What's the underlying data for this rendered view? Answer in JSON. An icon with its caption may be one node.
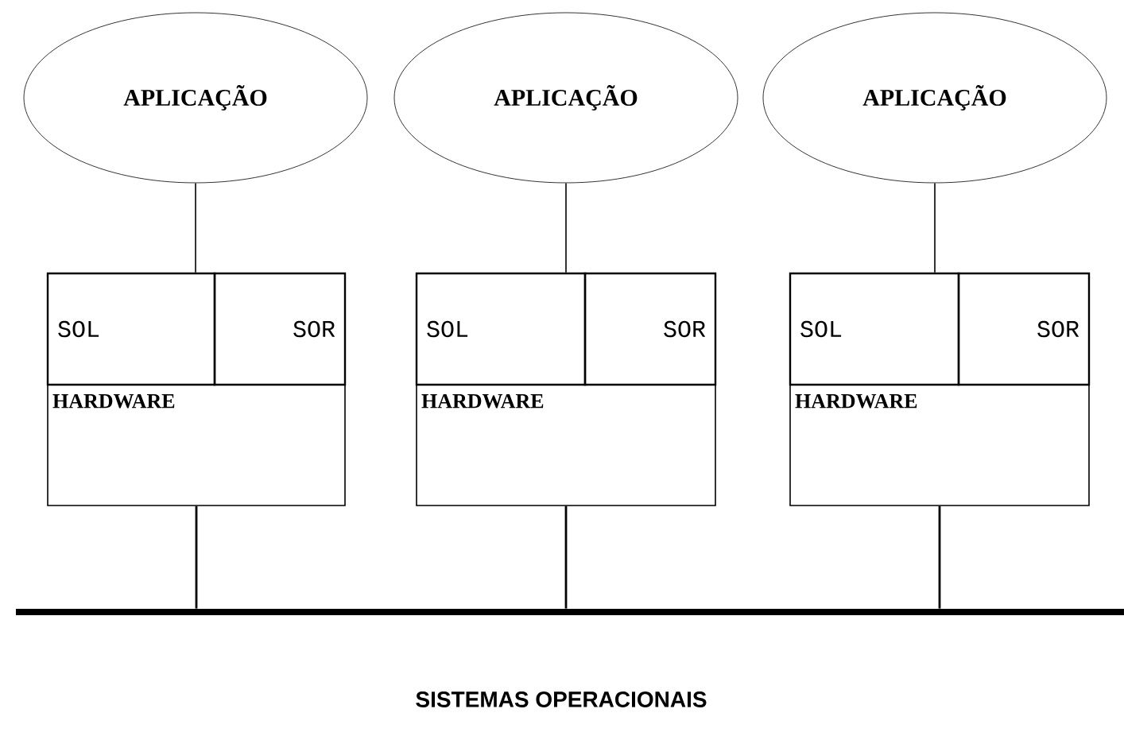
{
  "diagram": {
    "caption": "SISTEMAS OPERACIONAIS",
    "nodes": [
      {
        "text": [
          "APLICAÇÃO"
        ]
      },
      {
        "text": [
          "SOL"
        ]
      },
      {
        "text": [
          "SOR"
        ]
      },
      {
        "text": [
          "HARDWARE"
        ]
      },
      {
        "text": [
          "APLICAÇÃO"
        ]
      },
      {
        "text": [
          "SOL"
        ]
      },
      {
        "text": [
          "SOR"
        ]
      },
      {
        "text": [
          "HARDWARE"
        ]
      },
      {
        "text": [
          "APLICAÇÃO"
        ]
      },
      {
        "text": [
          "SOL"
        ]
      },
      {
        "text": [
          "SOR"
        ]
      },
      {
        "text": [
          "HARDWARE"
        ]
      },
      {
        "text": [],
        "shape": "bar"
      }
    ],
    "edges": [
      {
        "from": 0,
        "to": 1,
        "arrow": "none"
      },
      {
        "from": 4,
        "to": 5,
        "arrow": "none"
      },
      {
        "from": 8,
        "to": 9,
        "arrow": "none"
      },
      {
        "from": 3,
        "to": 12,
        "arrow": "none"
      },
      {
        "from": 7,
        "to": 12,
        "arrow": "none"
      },
      {
        "from": 11,
        "to": 12,
        "arrow": "none"
      }
    ]
  }
}
